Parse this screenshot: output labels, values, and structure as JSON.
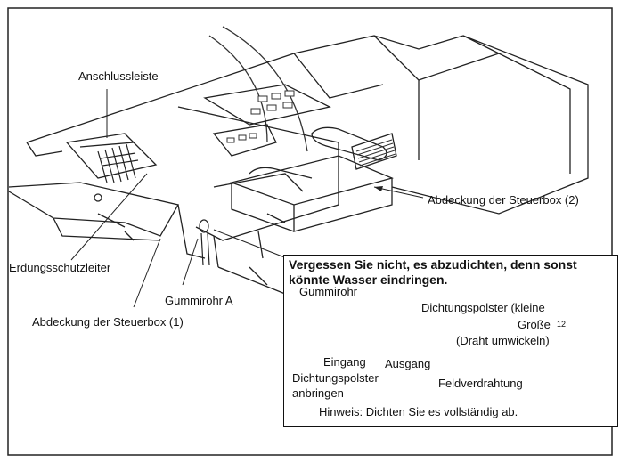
{
  "labels": {
    "anschlussleiste": "Anschlussleiste",
    "abdeckung2": "Abdeckung der Steuerbox (2)",
    "erdung": "Erdungsschutzleiter",
    "gummirohr_a": "Gummirohr A",
    "abdeckung1": "Abdeckung der Steuerbox (1)"
  },
  "inset": {
    "warning_line1": "Vergessen Sie nicht, es abzudichten, denn sonst",
    "warning_line2": "könnte Wasser eindringen.",
    "gummirohr": "Gummirohr",
    "polster_line1": "Dichtungspolster (kleine",
    "polster_line2": "Größe",
    "polster_number": "12",
    "polster_line3": "(Draht umwickeln)",
    "eingang": "Eingang",
    "ausgang": "Ausgang",
    "anbringen_line1": "Dichtungspolster",
    "anbringen_line2": "anbringen",
    "feldverdrahtung": "Feldverdrahtung",
    "hinweis": "Hinweis: Dichten Sie es vollständig ab."
  }
}
